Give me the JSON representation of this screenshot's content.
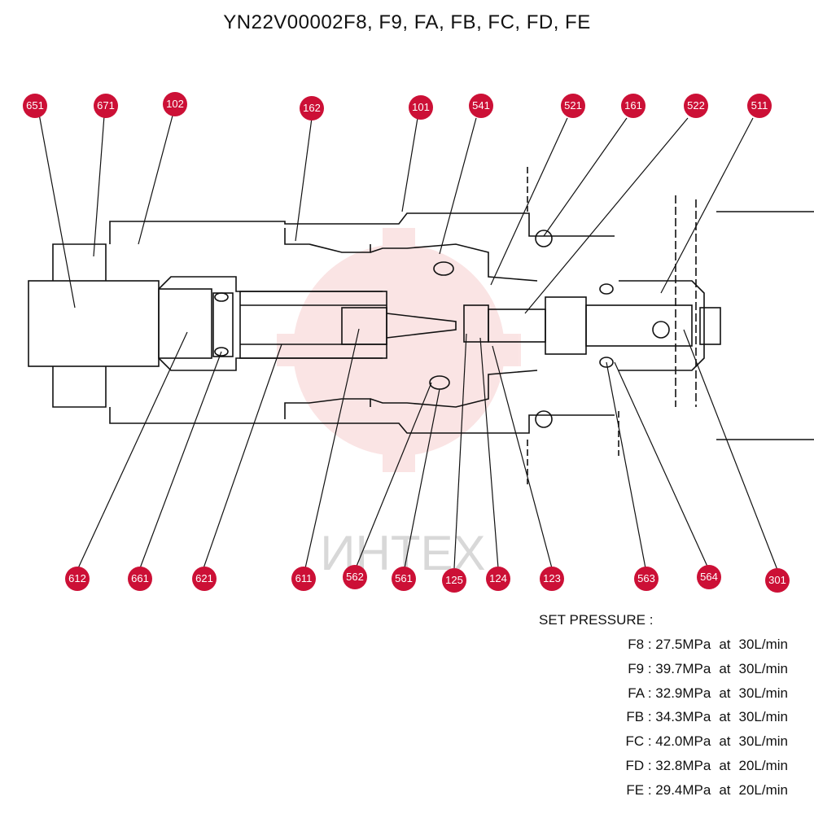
{
  "title": "YN22V00002F8, F9, FA, FB, FC, FD, FE",
  "watermark": "ИНТЕХ",
  "colors": {
    "badge": "#cc1036",
    "line": "#111111",
    "watermark": "#f3b4b4"
  },
  "callouts_top": [
    "651",
    "671",
    "102",
    "162",
    "101",
    "541",
    "521",
    "161",
    "522",
    "511"
  ],
  "callouts_bottom": [
    "612",
    "661",
    "621",
    "611",
    "562",
    "561",
    "125",
    "124",
    "123",
    "563",
    "564",
    "301"
  ],
  "pressure": {
    "heading": "SET PRESSURE :",
    "at_word": "at",
    "rows": [
      {
        "code": "F8",
        "value": "27.5MPa",
        "flow": "30L/min"
      },
      {
        "code": "F9",
        "value": "39.7MPa",
        "flow": "30L/min"
      },
      {
        "code": "FA",
        "value": "32.9MPa",
        "flow": "30L/min"
      },
      {
        "code": "FB",
        "value": "34.3MPa",
        "flow": "30L/min"
      },
      {
        "code": "FC",
        "value": "42.0MPa",
        "flow": "30L/min"
      },
      {
        "code": "FD",
        "value": "32.8MPa",
        "flow": "20L/min"
      },
      {
        "code": "FE",
        "value": "29.4MPa",
        "flow": "20L/min"
      }
    ]
  }
}
